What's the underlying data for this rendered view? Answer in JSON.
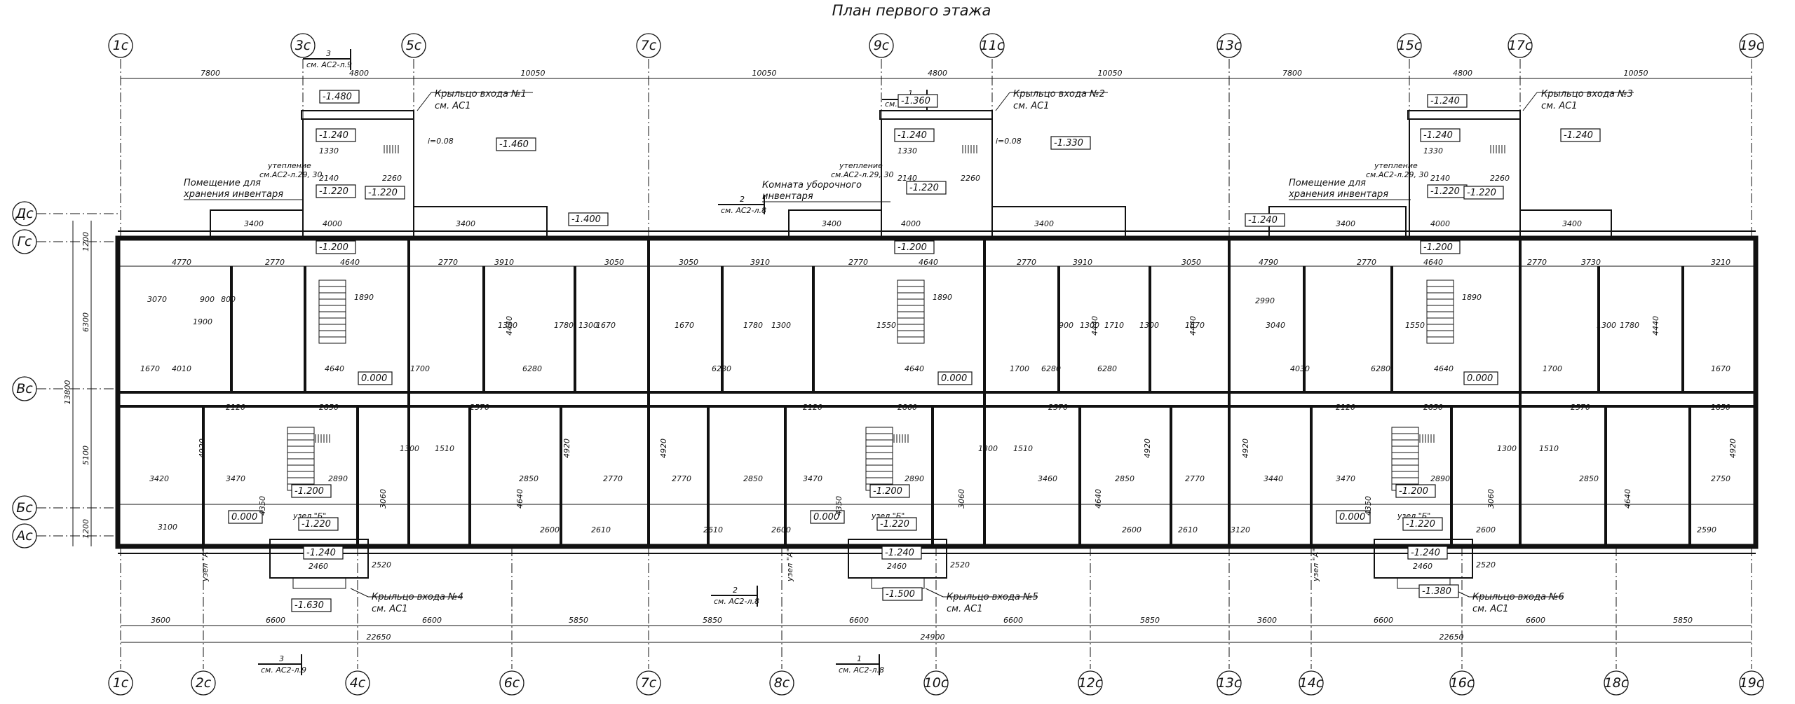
{
  "title": "План первого этажа",
  "axes": {
    "top": [
      "1с",
      "3с",
      "5с",
      "7с",
      "9с",
      "11с",
      "13с",
      "15с",
      "17с",
      "19с"
    ],
    "bottom": [
      "1с",
      "2с",
      "4с",
      "6с",
      "7с",
      "8с",
      "10с",
      "12с",
      "13с",
      "14с",
      "16с",
      "18с",
      "19с"
    ],
    "left": [
      "Дс",
      "Гс",
      "Вс",
      "Бс",
      "Ас"
    ]
  },
  "dims": {
    "top": [
      "7800",
      "4800",
      "10050",
      "10050",
      "4800",
      "10050",
      "7800",
      "4800",
      "10050"
    ],
    "bottom_row1": [
      "3600",
      "6600",
      "6600",
      "5850",
      "5850",
      "6600",
      "6600",
      "5850",
      "3600",
      "6600",
      "6600",
      "5850"
    ],
    "bottom_row2": [
      "22650",
      "24900",
      "22650"
    ],
    "left_outer": "13800",
    "left_parts": [
      "1200",
      "6300",
      "5100",
      "1200"
    ]
  },
  "porches": [
    {
      "name": "Крыльцо входа №1",
      "ref": "см. АС1"
    },
    {
      "name": "Крыльцо входа №2",
      "ref": "см. АС1"
    },
    {
      "name": "Крыльцо входа №3",
      "ref": "см. АС1"
    },
    {
      "name": "Крыльцо входа №4",
      "ref": "см. АС1"
    },
    {
      "name": "Крыльцо входа №5",
      "ref": "см. АС1"
    },
    {
      "name": "Крыльцо входа №6",
      "ref": "см. АС1"
    }
  ],
  "notes": {
    "storage1": "Помещение для",
    "storage2": "хранения инвентаря",
    "cleaning1": "Комната уборочного",
    "cleaning2": "инвентаря",
    "insul1": "утепление",
    "insul2": "см.АС2-л.29, 30",
    "slope1": "i=0.08",
    "slope2": "i=0.08",
    "node": "узел \"Б\"",
    "nodeA": "узел \"А\""
  },
  "section_refs": [
    {
      "num": "3",
      "ref": "см. АС2-л.9"
    },
    {
      "num": "1",
      "ref": "см. АС2-л.8"
    },
    {
      "num": "2",
      "ref": "см. АС2-л.8"
    },
    {
      "num": "2",
      "ref": "см. АС2-л.8"
    },
    {
      "num": "3",
      "ref": "см. АС2-л.9"
    },
    {
      "num": "1",
      "ref": "см. АС2-л.8"
    }
  ],
  "levels": {
    "p1_top": "-1.480",
    "p1_in": "-1.240",
    "p1_side": "-1.460",
    "p1_hall": "-1.220",
    "p1_hall2": "-1.220",
    "p1_corr": "-1.200",
    "p2_top": "-1.360",
    "p2_in": "-1.240",
    "p2_side": "-1.330",
    "p2_hall": "-1.220",
    "p2_corr": "-1.200",
    "p3_top": "-1.240",
    "p3_in": "-1.240",
    "p3_side": "-1.240",
    "p3_hall": "-1.220",
    "p3_hall2": "-1.220",
    "p3_corr": "-1.200",
    "mid_left": "-1.400",
    "mid_right": "-1.240",
    "zero1": "0.000",
    "zero2": "0.000",
    "zero3": "0.000",
    "zero4": "0.000",
    "zero5": "0.000",
    "zero6": "0.000",
    "b1": "-1.200",
    "b1b": "-1.220",
    "b1c": "-1.240",
    "b1d": "-1.630",
    "b2": "-1.200",
    "b2b": "-1.220",
    "b2c": "-1.240",
    "b2d": "-1.500",
    "b3": "-1.200",
    "b3b": "-1.220",
    "b3c": "-1.240",
    "b3d": "-1.380"
  },
  "room_dims": {
    "r1": "4770",
    "r2": "2770",
    "r3": "4640",
    "r4": "2770",
    "r5": "3910",
    "r6": "3050",
    "r7": "3050",
    "r8": "3910",
    "r9": "2770",
    "r10": "4640",
    "r11": "2770",
    "r12": "3910",
    "r13": "3050",
    "r14": "4790",
    "r15": "2770",
    "r16": "4640",
    "r17": "2770",
    "r18": "3730",
    "r19": "3210",
    "w1": "4920",
    "w2": "4920",
    "w3": "4920",
    "w4": "4920",
    "w5": "4920",
    "w6": "4920",
    "h1": "4440",
    "h2": "4440",
    "h3": "4440",
    "h4": "4440",
    "a1": "3420",
    "a2": "3470",
    "a3": "2890",
    "a4": "2850",
    "a5": "2770",
    "a6": "2770",
    "a7": "2850",
    "a8": "3470",
    "a9": "2890",
    "a10": "3460",
    "a11": "2850",
    "a12": "2770",
    "a13": "3440",
    "a14": "3470",
    "a15": "2890",
    "a16": "2850",
    "a17": "2750",
    "c1": "6280",
    "c2": "6280",
    "c3": "6280",
    "c4": "6280",
    "c5": "4030",
    "c6": "4640",
    "c7": "4640",
    "c8": "4640",
    "c9": "1700",
    "c10": "1700",
    "c11": "1700",
    "s1": "2600",
    "s2": "2610",
    "s3": "2610",
    "s4": "2600",
    "s5": "2600",
    "s6": "2610",
    "s7": "3120",
    "s8": "2600",
    "s9": "2590",
    "s10": "2520",
    "s11": "2460",
    "s12": "2520",
    "s13": "2460",
    "s14": "2520",
    "s15": "2460",
    "u1": "2120",
    "u2": "2850",
    "u3": "2570",
    "u4": "2120",
    "u5": "2860",
    "u6": "2570",
    "u7": "2120",
    "u8": "2850",
    "u9": "2570",
    "u10": "1850",
    "p1": "3400",
    "p2": "3400",
    "p3": "3400",
    "p4": "3400",
    "p5": "3400",
    "p6": "3400",
    "e1": "4000",
    "e2": "4000",
    "e3": "4000",
    "e4": "1330",
    "e5": "1330",
    "e6": "1330",
    "e7": "2140",
    "e8": "2140",
    "e9": "2140",
    "e10": "2260",
    "e11": "2260",
    "e12": "2260",
    "x1": "3070",
    "x2": "900",
    "x3": "800",
    "x4": "1900",
    "x5": "1300",
    "x6": "1780",
    "x7": "1300",
    "x8": "1670",
    "x9": "1670",
    "x10": "1780",
    "x11": "1300",
    "x12": "1550",
    "x13": "900",
    "x14": "1300",
    "x15": "1710",
    "x16": "1300",
    "x17": "1670",
    "x18": "2990",
    "x19": "3040",
    "x20": "1550",
    "x21": "1300",
    "x22": "1780",
    "x23": "1890",
    "x24": "1890",
    "x25": "1890",
    "x26": "6280",
    "x27": "4010",
    "x28": "4350",
    "x29": "4350",
    "x30": "4350",
    "x31": "1300",
    "x32": "1510",
    "x33": "1300",
    "x34": "1510",
    "x35": "1300",
    "x36": "1510",
    "x37": "3060",
    "x38": "3060",
    "x39": "3060",
    "x40": "4640",
    "x41": "4640",
    "x42": "4640",
    "x43": "3100",
    "x44": "1670",
    "x45": "1670"
  }
}
